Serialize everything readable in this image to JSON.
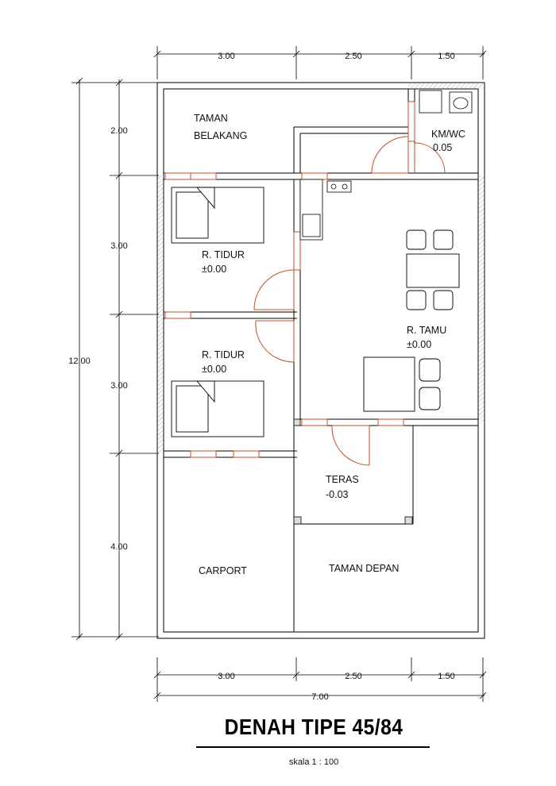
{
  "title": "DENAH TIPE 45/84",
  "scale": "skala 1 : 100",
  "dimensions": {
    "top": [
      "3.00",
      "2.50",
      "1.50"
    ],
    "bottom": [
      "3.00",
      "2.50",
      "1.50"
    ],
    "bottom_total": "7.00",
    "left_total": "12.00",
    "left": [
      "2.00",
      "3.00",
      "3.00",
      "4.00"
    ]
  },
  "rooms": {
    "taman_belakang_1": "TAMAN",
    "taman_belakang_2": "BELAKANG",
    "kmwc": "KM/WC",
    "kmwc_level": "0.05",
    "tidur1": "R. TIDUR",
    "tidur1_level": "±0.00",
    "tidur2": "R. TIDUR",
    "tidur2_level": "±0.00",
    "tamu": "R. TAMU",
    "tamu_level": "±0.00",
    "teras": "TERAS",
    "teras_level": "-0.03",
    "carport": "CARPORT",
    "taman_depan": "TAMAN DEPAN"
  },
  "colors": {
    "wall": "#000000",
    "opening": "#c0502a",
    "hatch": "#888888"
  }
}
